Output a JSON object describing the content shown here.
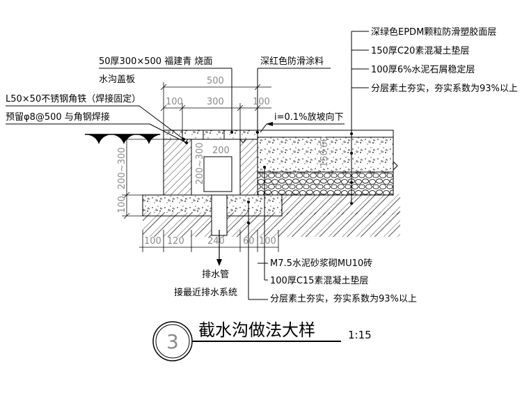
{
  "callouts_top_right": [
    "深绿色EPDM颗粒防滑塑胶面层",
    "150厚C20素混凝土垫层",
    "100厚6%水泥石屑稳定层",
    "分层素土夯实，夯实系数为93%以上"
  ],
  "callouts_top_left": {
    "cover_line1": "50厚300×500 福建青 烧面",
    "cover_line2": "水沟盖板",
    "coating": "深红色防滑涂料",
    "angle": "L50×50不锈钢角铁（焊接固定）",
    "rebar": "预留φ8@500 与角钢焊接"
  },
  "slope_label": "i=0.1%放坡向下",
  "dimensions": {
    "top_total": "500",
    "top_left": "100",
    "top_mid": "300",
    "top_right": "100",
    "inner_width": "200",
    "inner_depth": "200~300",
    "left_vertical_1": "100",
    "left_vertical_2": "200~300",
    "right_vertical": "150",
    "right_vertical_2": "60",
    "bottom": [
      "100",
      "120",
      "240",
      "60",
      "100"
    ]
  },
  "callouts_bottom": [
    "M7.5水泥砂浆砌MU10砖",
    "100厚C15素混凝土垫层",
    "分层素土夯实，夯实系数为93%以上"
  ],
  "drain": {
    "line1": "排水管",
    "line2": "接最近排水系统"
  },
  "footer": {
    "number": "3",
    "title": "截水沟做法大样",
    "scale": "1:15"
  }
}
